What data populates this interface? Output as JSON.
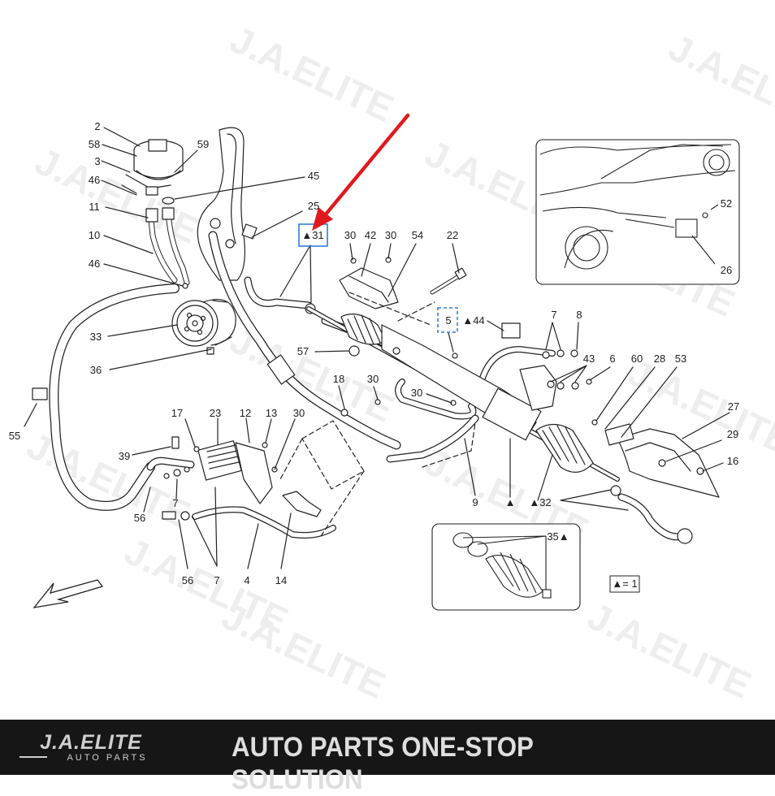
{
  "diagram": {
    "callouts": [
      {
        "id": "c2",
        "label": "2"
      },
      {
        "id": "c58",
        "label": "58"
      },
      {
        "id": "c3",
        "label": "3"
      },
      {
        "id": "c46a",
        "label": "46"
      },
      {
        "id": "c11",
        "label": "11"
      },
      {
        "id": "c10",
        "label": "10"
      },
      {
        "id": "c46b",
        "label": "46"
      },
      {
        "id": "c33",
        "label": "33"
      },
      {
        "id": "c36",
        "label": "36"
      },
      {
        "id": "c55",
        "label": "55"
      },
      {
        "id": "c59",
        "label": "59"
      },
      {
        "id": "c45",
        "label": "45"
      },
      {
        "id": "c25",
        "label": "25"
      },
      {
        "id": "c31",
        "label": "▲31"
      },
      {
        "id": "c30a",
        "label": "30"
      },
      {
        "id": "c42",
        "label": "42"
      },
      {
        "id": "c30b",
        "label": "30"
      },
      {
        "id": "c54",
        "label": "54"
      },
      {
        "id": "c22",
        "label": "22"
      },
      {
        "id": "c57",
        "label": "57"
      },
      {
        "id": "c18",
        "label": "18"
      },
      {
        "id": "c30c",
        "label": "30"
      },
      {
        "id": "c30d",
        "label": "30"
      },
      {
        "id": "c5",
        "label": "5"
      },
      {
        "id": "c44",
        "label": "▲44"
      },
      {
        "id": "c7a",
        "label": "7"
      },
      {
        "id": "c8",
        "label": "8"
      },
      {
        "id": "c43",
        "label": "43"
      },
      {
        "id": "c6",
        "label": "6"
      },
      {
        "id": "c60",
        "label": "60"
      },
      {
        "id": "c28",
        "label": "28"
      },
      {
        "id": "c53",
        "label": "53"
      },
      {
        "id": "c27",
        "label": "27"
      },
      {
        "id": "c29",
        "label": "29"
      },
      {
        "id": "c16",
        "label": "16"
      },
      {
        "id": "c17",
        "label": "17"
      },
      {
        "id": "c23",
        "label": "23"
      },
      {
        "id": "c12",
        "label": "12"
      },
      {
        "id": "c13",
        "label": "13"
      },
      {
        "id": "c30e",
        "label": "30"
      },
      {
        "id": "c39",
        "label": "39"
      },
      {
        "id": "c7b",
        "label": "7"
      },
      {
        "id": "c56a",
        "label": "56"
      },
      {
        "id": "c56b",
        "label": "56"
      },
      {
        "id": "c7c",
        "label": "7"
      },
      {
        "id": "c4",
        "label": "4"
      },
      {
        "id": "c14",
        "label": "14"
      },
      {
        "id": "c9",
        "label": "9"
      },
      {
        "id": "c32",
        "label": "▲32"
      },
      {
        "id": "c35",
        "label": "35▲"
      },
      {
        "id": "c52",
        "label": "52"
      },
      {
        "id": "c26",
        "label": "26"
      },
      {
        "id": "c-tri",
        "label": "▲"
      }
    ],
    "legend_label": "▲= 1",
    "highlight_color": "#2f7fd6",
    "arrow_color": "#e0191f",
    "watermark_color": "#e4e4e4"
  },
  "footer": {
    "logo_text": "J.A.ELITE",
    "logo_sub": "AUTO PARTS",
    "tagline": "AUTO PARTS ONE-STOP SOLUTION"
  }
}
